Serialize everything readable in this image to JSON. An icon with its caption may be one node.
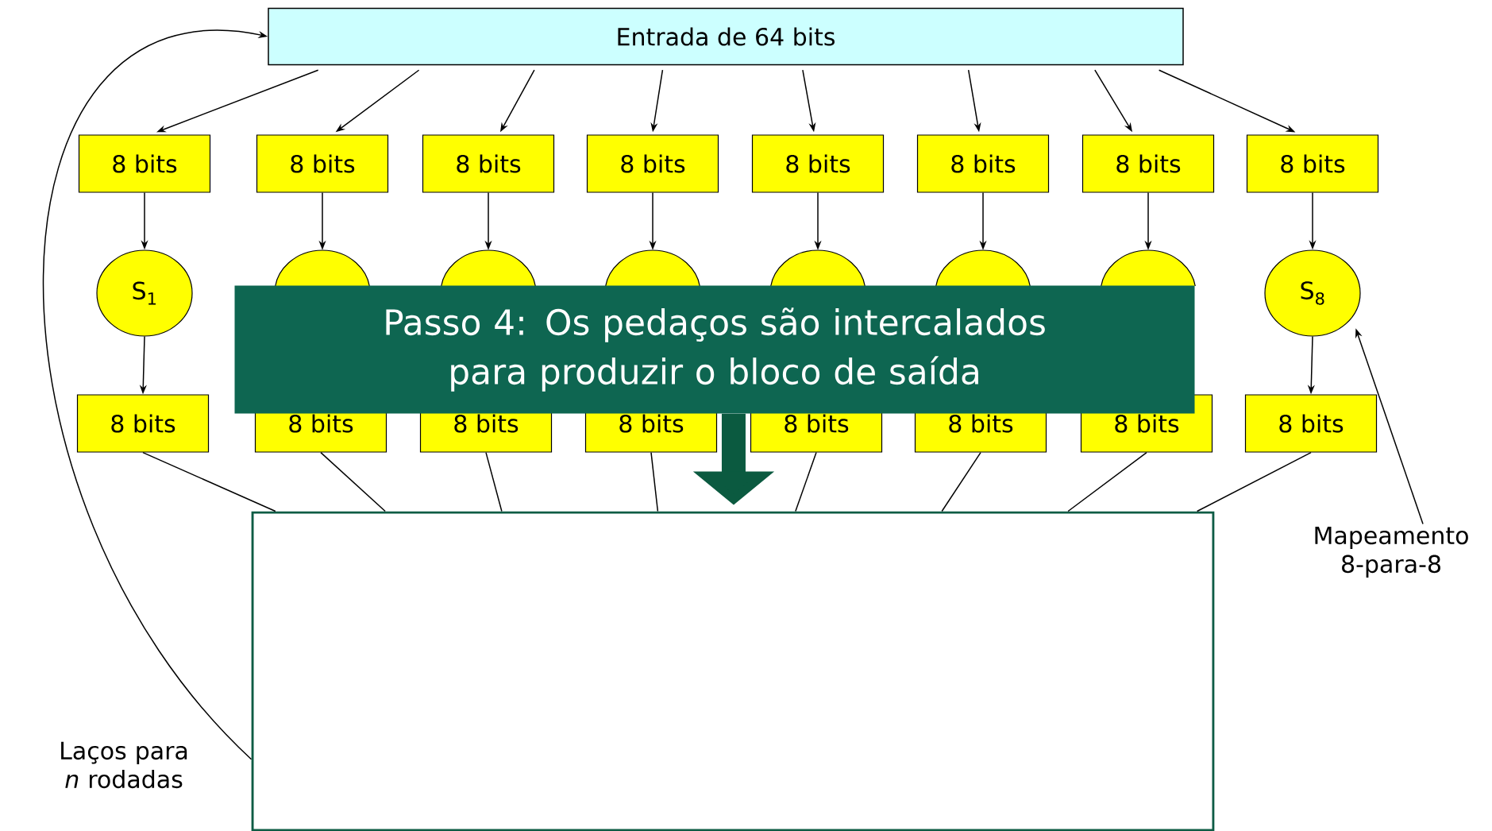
{
  "diagram": {
    "nodes": [
      {
        "text": [
          "Entrada de 64 bits"
        ]
      },
      {
        "text": [
          "8 bits"
        ]
      },
      {
        "text": [
          "8 bits"
        ]
      },
      {
        "text": [
          "8 bits"
        ]
      },
      {
        "text": [
          "8 bits"
        ]
      },
      {
        "text": [
          "8 bits"
        ]
      },
      {
        "text": [
          "8 bits"
        ]
      },
      {
        "text": [
          "8 bits"
        ]
      },
      {
        "text": [
          "8 bits"
        ]
      },
      {
        "text": [
          "S$_{1}$"
        ]
      },
      {
        "text": [],
        "shape": "circle"
      },
      {
        "text": [],
        "shape": "circle"
      },
      {
        "text": [],
        "shape": "circle"
      },
      {
        "text": [],
        "shape": "circle"
      },
      {
        "text": [],
        "shape": "circle"
      },
      {
        "text": [],
        "shape": "circle"
      },
      {
        "text": [
          "S$_{8}$"
        ]
      },
      {
        "text": [
          "8 bits"
        ]
      },
      {
        "text": [
          "8 bits"
        ]
      },
      {
        "text": [
          "8 bits"
        ]
      },
      {
        "text": [
          "8 bits"
        ]
      },
      {
        "text": [
          "8 bits"
        ]
      },
      {
        "text": [
          "8 bits"
        ]
      },
      {
        "text": [
          "8 bits"
        ]
      },
      {
        "text": [
          "8 bits"
        ]
      },
      {
        "text": [
          "Passo 4: Os pedaços são intercalados para produzir o bloco de saída"
        ]
      },
      {
        "text": [],
        "shape": "box"
      },
      {
        "text": [
          "Mapeamento 8-para-8"
        ]
      }
    ],
    "edges": [
      {
        "from": 0,
        "to": 1,
        "arrow": "to"
      },
      {
        "from": 0,
        "to": 2,
        "arrow": "to"
      },
      {
        "from": 0,
        "to": 3,
        "arrow": "to"
      },
      {
        "from": 0,
        "to": 4,
        "arrow": "to"
      },
      {
        "from": 0,
        "to": 5,
        "arrow": "to"
      },
      {
        "from": 0,
        "to": 6,
        "arrow": "to"
      },
      {
        "from": 0,
        "to": 7,
        "arrow": "to"
      },
      {
        "from": 0,
        "to": 8,
        "arrow": "to"
      },
      {
        "from": 1,
        "to": 9,
        "arrow": "to"
      },
      {
        "from": 2,
        "to": 10,
        "arrow": "to"
      },
      {
        "from": 3,
        "to": 11,
        "arrow": "to"
      },
      {
        "from": 4,
        "to": 12,
        "arrow": "to"
      },
      {
        "from": 5,
        "to": 13,
        "arrow": "to"
      },
      {
        "from": 6,
        "to": 14,
        "arrow": "to"
      },
      {
        "from": 7,
        "to": 15,
        "arrow": "to"
      },
      {
        "from": 8,
        "to": 16,
        "arrow": "to"
      },
      {
        "from": 9,
        "to": 17,
        "arrow": "to"
      },
      {
        "from": 16,
        "to": 24,
        "arrow": "to"
      },
      {
        "from": 17,
        "to": 26,
        "arrow": "none"
      },
      {
        "from": 18,
        "to": 26,
        "arrow": "none"
      },
      {
        "from": 19,
        "to": 26,
        "arrow": "none"
      },
      {
        "from": 20,
        "to": 26,
        "arrow": "none"
      },
      {
        "from": 21,
        "to": 26,
        "arrow": "none"
      },
      {
        "from": 22,
        "to": 26,
        "arrow": "none"
      },
      {
        "from": 23,
        "to": 26,
        "arrow": "none"
      },
      {
        "from": 24,
        "to": 26,
        "arrow": "none"
      },
      {
        "from": 25,
        "to": 26,
        "arrow": "to",
        "style": "thick",
        "color": "#0b5a40"
      },
      {
        "from": 27,
        "to": 16,
        "arrow": "to"
      },
      {
        "from": 26,
        "to": 0,
        "arrow": "to"
      }
    ],
    "labels": [
      "Laços para *n* rodadas"
    ]
  }
}
